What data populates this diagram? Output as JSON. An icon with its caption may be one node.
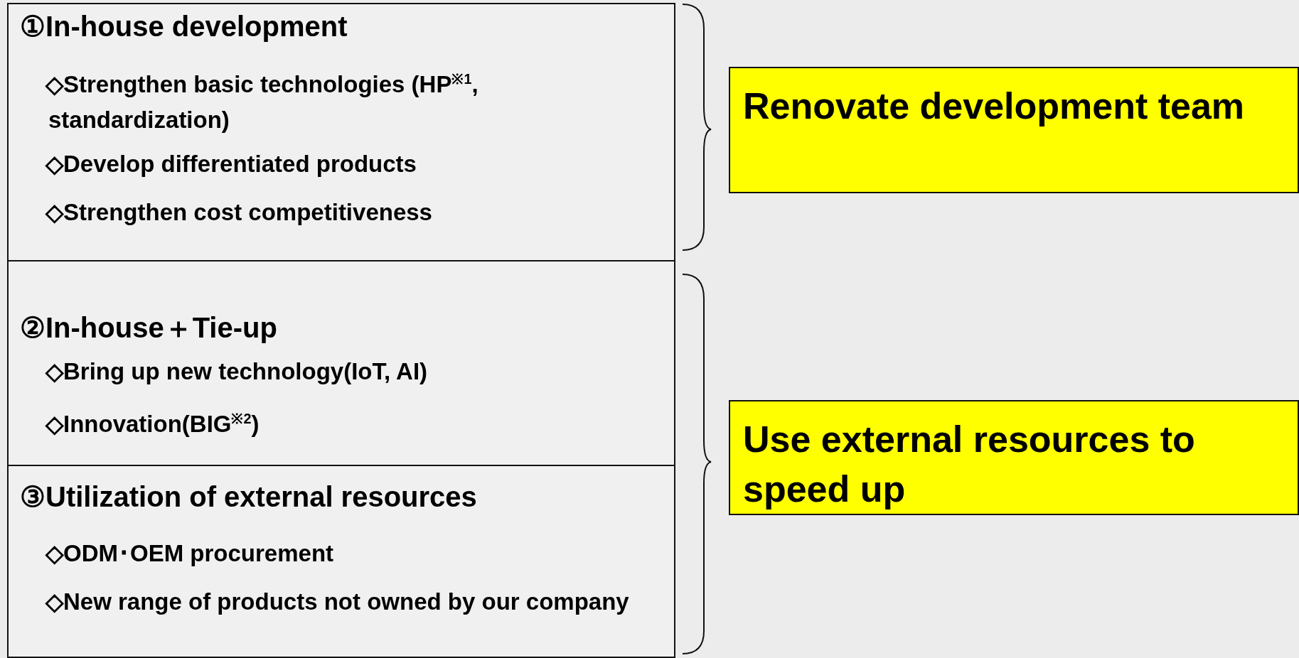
{
  "diagram": {
    "nodes": [
      {
        "text": [
          "①In-house development",
          "◇Strengthen basic technologies (HP$^{※1}$, standardization)",
          "◇Develop differentiated products",
          "◇Strengthen cost competitiveness"
        ]
      },
      {
        "text": [
          "②In-house＋Tie-up",
          "◇Bring up new technology(IoT, AI)",
          "◇Innovation(BIG$^{※2}$)"
        ]
      },
      {
        "text": [
          "③Utilization of external resources",
          "◇ODM･OEM procurement",
          "◇New range of products not owned by our company"
        ]
      },
      {
        "text": [
          "Renovate development team"
        ]
      },
      {
        "text": [
          "Use external resources to speed up"
        ]
      }
    ]
  }
}
